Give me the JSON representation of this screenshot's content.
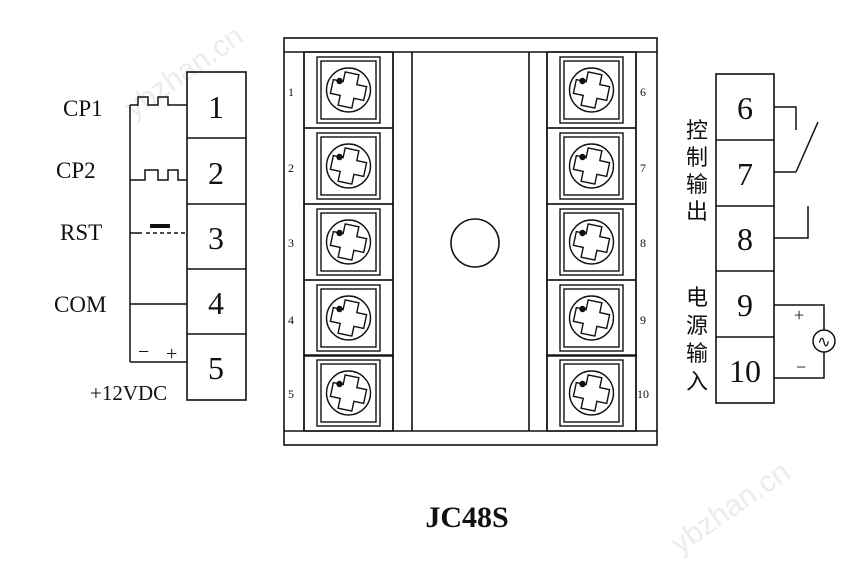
{
  "model": "JC48S",
  "watermarks": [
    "ybzhan.cn",
    "ybzhan.cn"
  ],
  "left_terminals": [
    "1",
    "2",
    "3",
    "4",
    "5"
  ],
  "left_signals": [
    "CP1",
    "CP2",
    "RST",
    "COM"
  ],
  "supply_label": "+12VDC",
  "supply_signs": [
    "−",
    "+"
  ],
  "right_terminals": [
    "6",
    "7",
    "8",
    "9",
    "10"
  ],
  "control_output_label": [
    "控",
    "制",
    "输",
    "出"
  ],
  "power_input_label": [
    "电",
    "源",
    "输",
    "入"
  ],
  "power_signs": [
    "+",
    "−"
  ],
  "ac_symbol": "∿",
  "rear_pin_numbers_left": [
    "1",
    "2",
    "3",
    "4",
    "5"
  ],
  "rear_pin_numbers_right": [
    "6",
    "7",
    "8",
    "9",
    "10"
  ]
}
